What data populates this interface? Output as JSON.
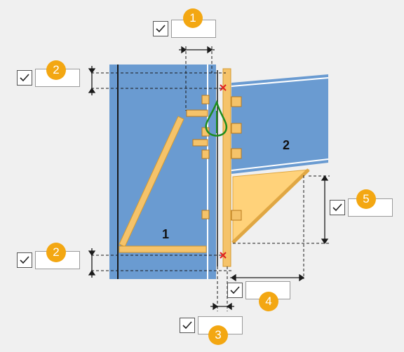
{
  "part_labels": {
    "part1": "1",
    "part2": "2"
  },
  "fields": [
    {
      "id": "f1",
      "badge": "1",
      "checked": true,
      "value": ""
    },
    {
      "id": "f2a",
      "badge": "2",
      "checked": true,
      "value": ""
    },
    {
      "id": "f2b",
      "badge": "2",
      "checked": true,
      "value": ""
    },
    {
      "id": "f3",
      "badge": "3",
      "checked": true,
      "value": ""
    },
    {
      "id": "f4",
      "badge": "4",
      "checked": true,
      "value": ""
    },
    {
      "id": "f5",
      "badge": "5",
      "checked": true,
      "value": ""
    }
  ],
  "colors": {
    "background": "#f0f0f0",
    "part_fill": "#6a9bd1",
    "plate_fill": "#f5c36a",
    "stiffener_fill": "#ffd27a",
    "marker": "#e02020",
    "badge": "#f3a712",
    "weld_symbol": "#1e8c1e"
  },
  "icons": {
    "checkbox": "checkmark-icon",
    "weld": "weld-drop-icon",
    "point": "red-x-marker-icon"
  }
}
